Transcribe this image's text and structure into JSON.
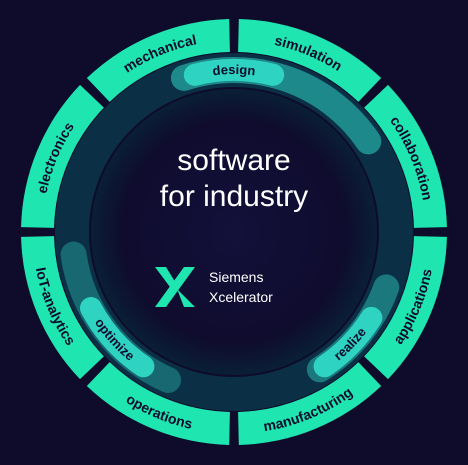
{
  "center": {
    "title_line1": "software",
    "title_line2": "for industry"
  },
  "brand": {
    "name_line1": "Siemens",
    "name_line2": "Xcelerator",
    "logo_icon": "siemens-xcelerator-x-logo-icon"
  },
  "outer_ring": [
    {
      "label": "simulation"
    },
    {
      "label": "collaboration"
    },
    {
      "label": "applications"
    },
    {
      "label": "manufacturing"
    },
    {
      "label": "operations"
    },
    {
      "label": "IoT-analytics"
    },
    {
      "label": "electronics"
    },
    {
      "label": "mechanical"
    }
  ],
  "inner_ring": [
    {
      "label": "design"
    },
    {
      "label": "realize"
    },
    {
      "label": "optimize"
    }
  ],
  "colors": {
    "background": "#0e0b2b",
    "segment_fill": "#1fe6b0",
    "segment_text": "#0e0b2b",
    "band_light": "#2fd3c2",
    "band_dark": "#0b2f45"
  }
}
